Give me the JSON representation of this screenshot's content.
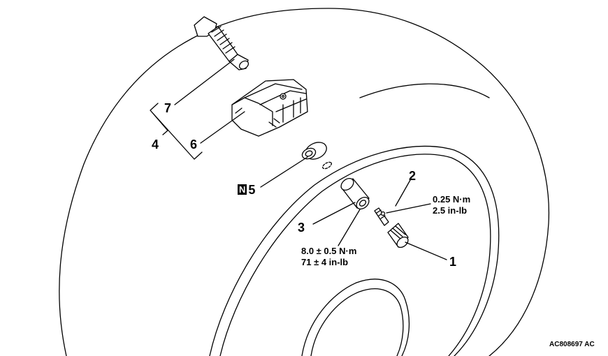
{
  "labels": {
    "part1": "1",
    "part2": "2",
    "part3": "3",
    "part4": "4",
    "part5": "5",
    "part5_badge": "N",
    "part6": "6",
    "part7": "7"
  },
  "torque_specs": {
    "valve_core_metric": "0.25 N·m",
    "valve_core_imperial": "2.5 in-lb",
    "valve_nut_metric": "8.0 ± 0.5 N·m",
    "valve_nut_imperial": "71 ± 4 in-lb"
  },
  "figure_code": "AC808697 AC"
}
